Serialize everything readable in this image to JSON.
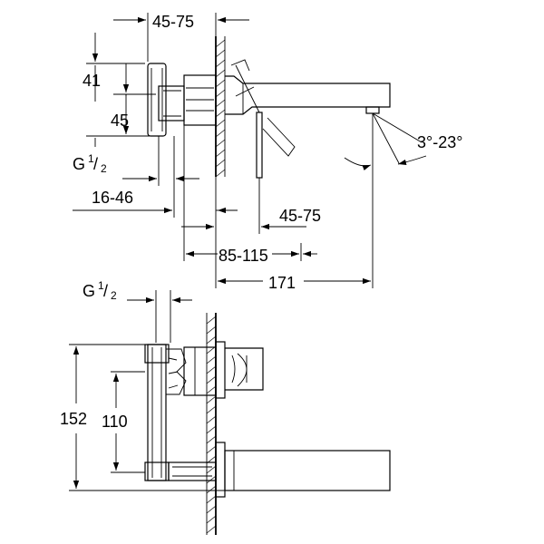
{
  "top_view": {
    "dim_45_75_top": "45-75",
    "dim_41": "41",
    "dim_45": "45",
    "dim_g_top": {
      "main": "G",
      "num": "1",
      "den": "2"
    },
    "dim_16_46": "16-46",
    "dim_45_75_bottom": "45-75",
    "dim_85_115": "85-115",
    "dim_171": "171",
    "angle": "3°-23°"
  },
  "bottom_view": {
    "dim_g_bottom": {
      "main": "G",
      "num": "1",
      "den": "2"
    },
    "dim_152": "152",
    "dim_110": "110"
  }
}
